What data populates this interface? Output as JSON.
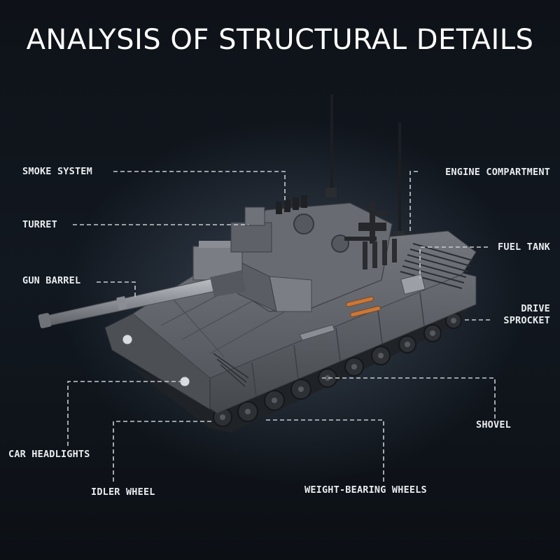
{
  "title": "ANALYSIS OF STRUCTURAL DETAILS",
  "labels": {
    "smoke_system": "SMOKE SYSTEM",
    "turret": "TURRET",
    "gun_barrel": "GUN BARREL",
    "car_headlights": "CAR HEADLIGHTS",
    "idler_wheel": "IDLER WHEEL",
    "weight_bearing_wheels": "WEIGHT-BEARING WHEELS",
    "shovel": "SHOVEL",
    "drive_sprocket_line1": "DRIVE",
    "drive_sprocket_line2": "SPROCKET",
    "fuel_tank": "FUEL TANK",
    "engine_compartment": "ENGINE COMPARTMENT"
  },
  "colors": {
    "background": "#0d1116",
    "text": "#ffffff",
    "leader_line": "#c8ccd2",
    "tank_body": "#5d6167",
    "tank_dark": "#2b2e33",
    "accent_copper": "#c9783a"
  }
}
